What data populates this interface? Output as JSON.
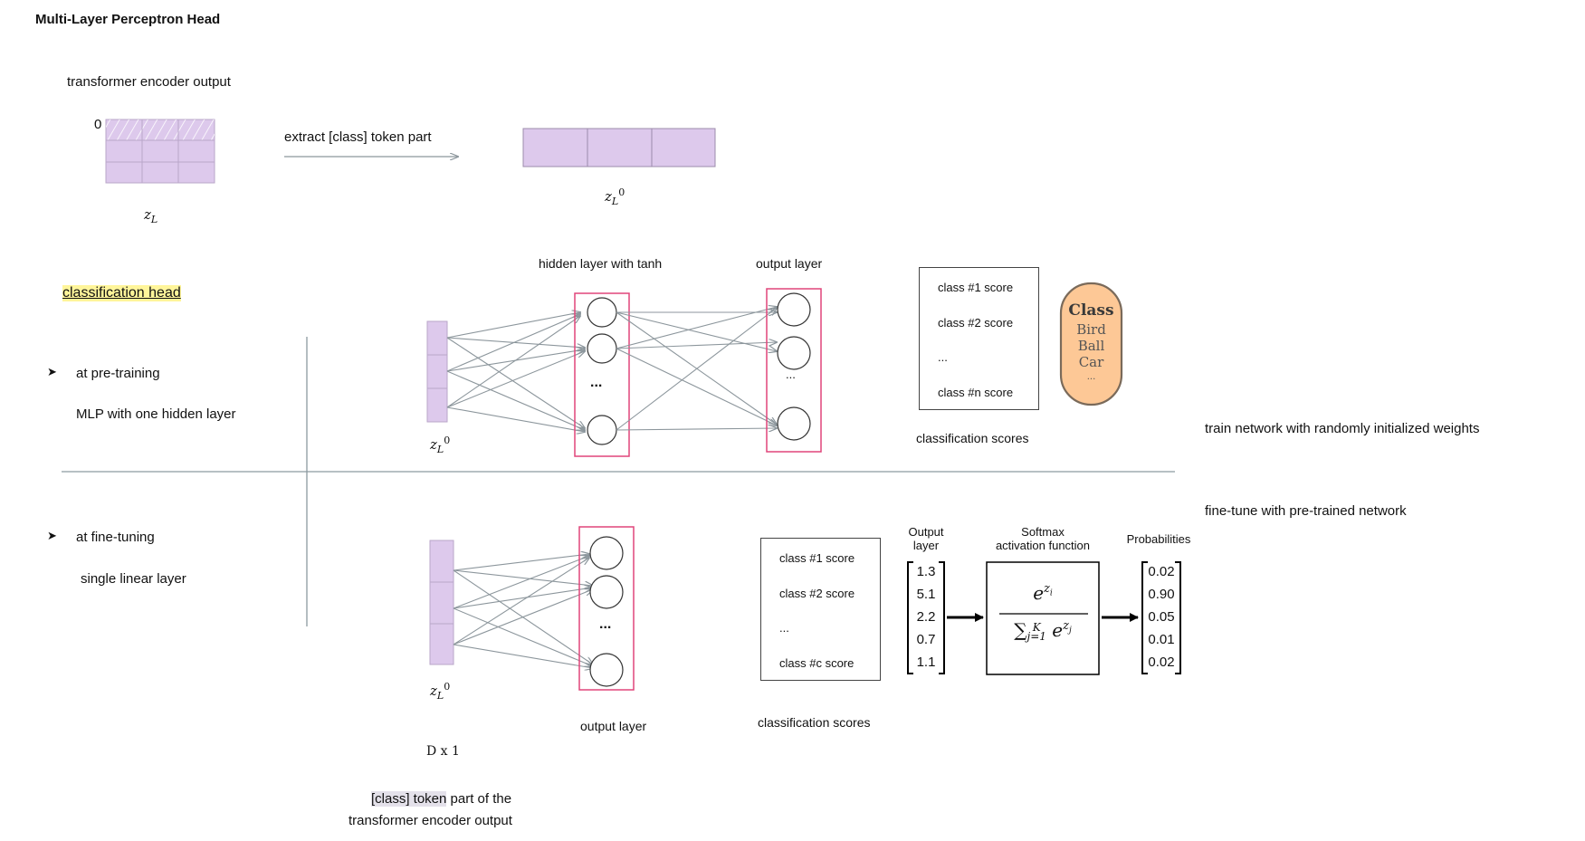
{
  "title": "Multi-Layer Perceptron Head",
  "encoder": {
    "label": "transformer encoder output",
    "row_zero": "0",
    "matrix_symbol": "z",
    "matrix_sub": "L"
  },
  "extract": {
    "label": "extract [class] token part",
    "vec_symbol": "z",
    "vec_sub": "L",
    "vec_sup": "0"
  },
  "classification_head": "classification head",
  "pretrain": {
    "bullet": "➤",
    "heading": "at pre-training",
    "sub": "MLP with one hidden layer",
    "hidden_label": "hidden layer with tanh",
    "output_label": "output layer",
    "dots": "...",
    "scores": [
      "class #1 score",
      "class #2 score",
      "...",
      "class #n score"
    ],
    "scores_caption": "classification scores",
    "class_card": {
      "title": "Class",
      "items": [
        "Bird",
        "Ball",
        "Car",
        "..."
      ]
    },
    "note": "train network with randomly initialized weights",
    "input_symbol": "z",
    "input_sub": "L",
    "input_sup": "0"
  },
  "finetune": {
    "bullet": "➤",
    "heading": "at fine-tuning",
    "sub": "single linear layer",
    "output_label": "output layer",
    "dots": "...",
    "scores": [
      "class #1 score",
      "class #2 score",
      "...",
      "class #c score"
    ],
    "scores_caption": "classification scores",
    "note": "fine-tune with pre-trained network",
    "input_symbol": "z",
    "input_sub": "L",
    "input_sup": "0",
    "dim_label": "D x 1",
    "token_caption_hl": "[class] token",
    "token_caption_rest": " part of the",
    "token_caption_line2": "transformer encoder output"
  },
  "softmax": {
    "output_title_1": "Output",
    "output_title_2": "layer",
    "softmax_title_1": "Softmax",
    "softmax_title_2": "activation function",
    "prob_title": "Probabilities",
    "logits": [
      "1.3",
      "5.1",
      "2.2",
      "0.7",
      "1.1"
    ],
    "probabilities": [
      "0.02",
      "0.90",
      "0.05",
      "0.01",
      "0.02"
    ],
    "numerator_base": "e",
    "numerator_exp": "z",
    "numerator_exp_sub": "i",
    "sum_symbol": "∑",
    "sum_upper": "K",
    "sum_lower": "j=1",
    "denom_base": "e",
    "denom_exp": "z",
    "denom_exp_sub": "j"
  },
  "colors": {
    "token_fill": "#ddc9ec",
    "token_border": "#b9a6c9",
    "node_box": "#e0457a",
    "arrow": "#8c969c",
    "class_card_fill": "#fdc896"
  }
}
